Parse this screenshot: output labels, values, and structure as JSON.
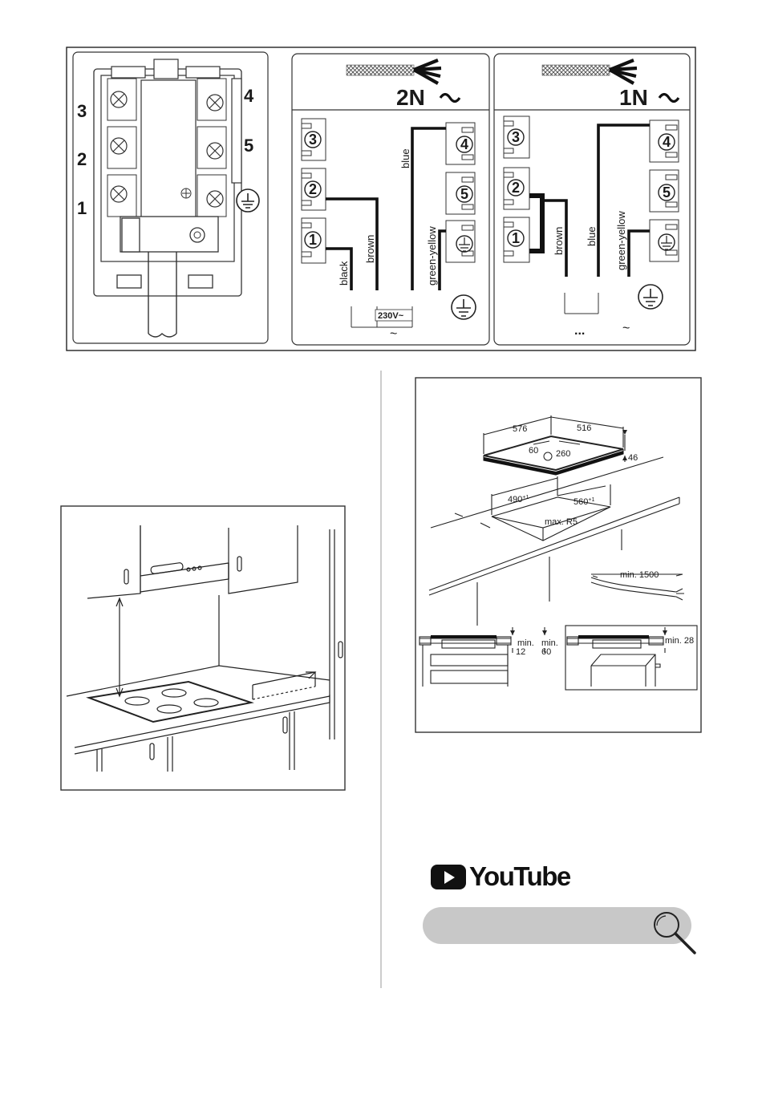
{
  "terminal_block": {
    "left_numbers": [
      "3",
      "2",
      "1"
    ],
    "right_numbers": [
      "4",
      "5"
    ]
  },
  "wiring_2n": {
    "supply": "2N",
    "terminals": [
      "3",
      "2",
      "1",
      "4",
      "5"
    ],
    "wire_labels": [
      "black",
      "brown",
      "blue",
      "green-yellow"
    ],
    "voltage": "230V~",
    "tilde": "~"
  },
  "wiring_1n": {
    "supply": "1N",
    "terminals": [
      "3",
      "2",
      "1",
      "4",
      "5"
    ],
    "wire_labels": [
      "brown",
      "blue",
      "green-yellow"
    ],
    "dots": "...",
    "tilde": "~"
  },
  "dimensions": {
    "width": "576",
    "depth": "516",
    "height": "46",
    "offset_front": "60",
    "offset_side": "260",
    "cutout_depth": "490",
    "cutout_width": "560",
    "tolerance": "+1",
    "radius": "max. R5",
    "cable_length": "min. 1500",
    "min_label": "min.",
    "clear_12": "12",
    "clear_60": "60",
    "min_28": "min. 28"
  },
  "youtube": {
    "brand": "YouTube",
    "search_placeholder": ""
  }
}
